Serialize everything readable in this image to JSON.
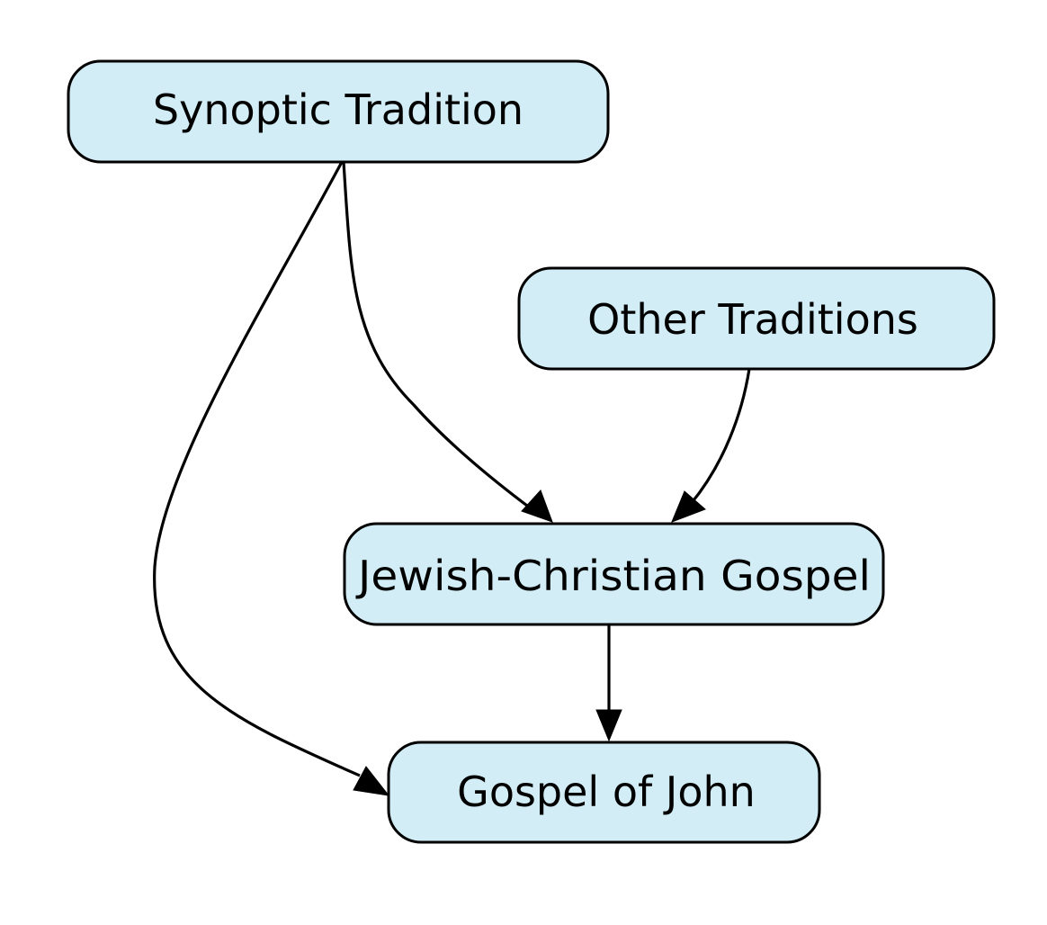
{
  "diagram": {
    "nodes": {
      "synoptic": {
        "label": "Synoptic Tradition"
      },
      "other": {
        "label": "Other Traditions"
      },
      "jewish_christian": {
        "label": "Jewish-Christian Gospel"
      },
      "john": {
        "label": "Gospel of John"
      }
    },
    "edges": [
      {
        "from": "Synoptic Tradition",
        "to": "Jewish-Christian Gospel"
      },
      {
        "from": "Other Traditions",
        "to": "Jewish-Christian Gospel"
      },
      {
        "from": "Jewish-Christian Gospel",
        "to": "Gospel of John"
      },
      {
        "from": "Synoptic Tradition",
        "to": "Gospel of John"
      }
    ],
    "colors": {
      "node_fill": "#d2edf5",
      "stroke": "#000000",
      "background": "#ffffff"
    }
  }
}
